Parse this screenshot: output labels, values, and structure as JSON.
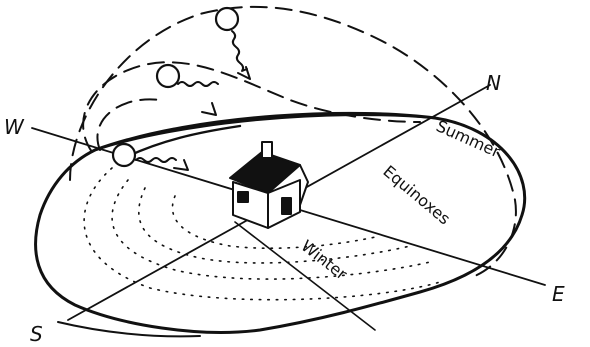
{
  "labels": {
    "north": "N",
    "west": "W",
    "south": "S",
    "east": "E",
    "summer": "Summer",
    "equinoxes": "Equinoxes",
    "winter": "Winter"
  },
  "colors": {
    "ink": "#111111",
    "background": "#ffffff"
  },
  "icons": {
    "house": "house-icon",
    "sun": "sun-icon"
  }
}
